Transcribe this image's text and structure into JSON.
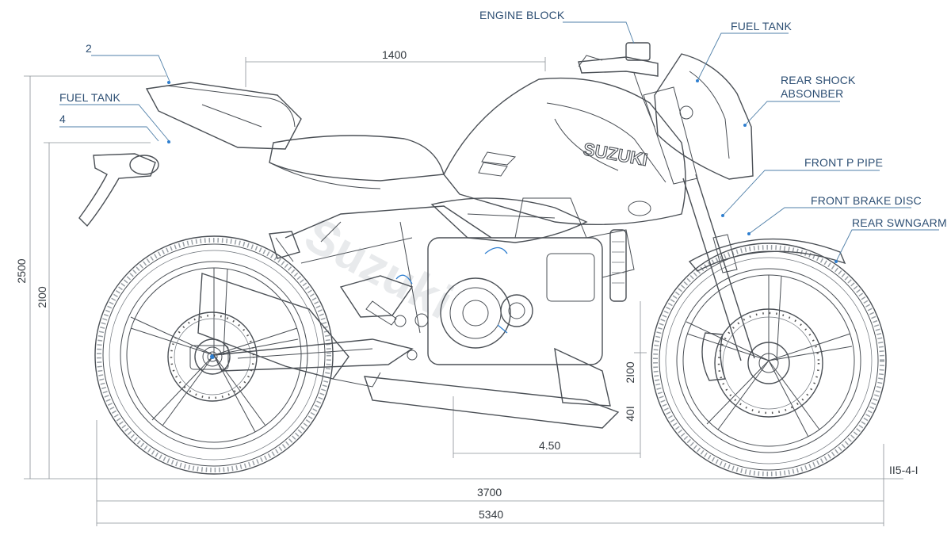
{
  "brand": "SUZUKI",
  "labels": {
    "engine_block": "ENGINE BLOCK",
    "fuel_tank_top": "FUEL TANK",
    "rear_shock_line1": "REAR SHOCK",
    "rear_shock_line2": "ABSONBER",
    "front_pipe": "FRONT P PIPE",
    "front_brake_disc": "FRONT BRAKE DISC",
    "rear_swingarm": "REAR SWNGARM",
    "fuel_tank_left": "FUEL TANK",
    "num_2": "2",
    "num_4": "4"
  },
  "dimensions": {
    "top_length": "1400",
    "height_outer": "2500",
    "height_inner": "2I00",
    "mid_vertical": "2I00",
    "mid_vertical_small": "40I",
    "center_length": "4.50",
    "wheelbase": "3700",
    "overall_length": "5340",
    "bottom_right": "II5-4-I"
  },
  "colors": {
    "line": "#4a4f55",
    "leader": "#4f7fa8",
    "label_text": "#2c4e73",
    "accent_blue": "#2f7fd0"
  }
}
